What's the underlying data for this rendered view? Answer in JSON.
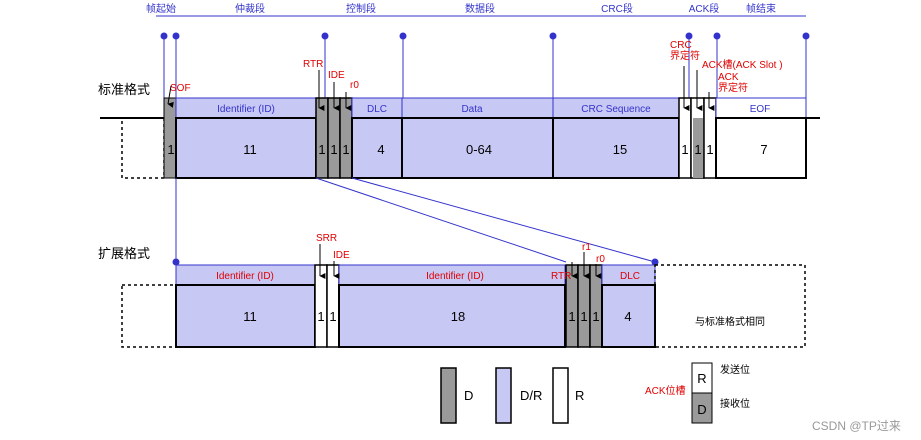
{
  "segments": [
    "帧起始",
    "仲裁段",
    "控制段",
    "数据段",
    "CRC段",
    "ACK段",
    "帧结束"
  ],
  "standard": {
    "title": "标准格式",
    "sof": "SOF",
    "rtr": "RTR",
    "ide": "IDE",
    "r0": "r0",
    "crc_delim": "CRC\n界定符",
    "ack_slot": "ACK槽(ACK Slot )",
    "ack_delim": "ACK\n界定符",
    "fields": {
      "id": "Identifier (ID)",
      "dlc": "DLC",
      "data": "Data",
      "crc": "CRC Sequence",
      "eof": "EOF"
    },
    "bits": {
      "sof": "1",
      "id": "11",
      "rtr": "1",
      "ide": "1",
      "r0": "1",
      "dlc": "4",
      "data": "0-64",
      "crc": "15",
      "crcd": "1",
      "ack": "1",
      "ackd": "1",
      "eof": "7"
    }
  },
  "extended": {
    "title": "扩展格式",
    "srr": "SRR",
    "ide": "IDE",
    "r1": "r1",
    "r0": "r0",
    "rtr": "RTR",
    "fields": {
      "id1": "Identifier (ID)",
      "id2": "Identifier (ID)",
      "dlc": "DLC"
    },
    "bits": {
      "id1": "11",
      "srr": "1",
      "ide": "1",
      "id2": "18",
      "rtr": "1",
      "r1": "1",
      "r0": "1",
      "dlc": "4"
    },
    "same": "与标准格式相同"
  },
  "legend": {
    "d": "D",
    "dr": "D/R",
    "r": "R",
    "ack_title": "ACK位槽",
    "r_key": "R",
    "d_key": "D",
    "send": "发送位",
    "recv": "接收位"
  },
  "watermark": "CSDN @TP过来",
  "colors": {
    "accent": "#3333cc",
    "fill_dr": "#c8c8f5",
    "fill_d": "#9a9a9a",
    "label_red": "#e00000"
  }
}
